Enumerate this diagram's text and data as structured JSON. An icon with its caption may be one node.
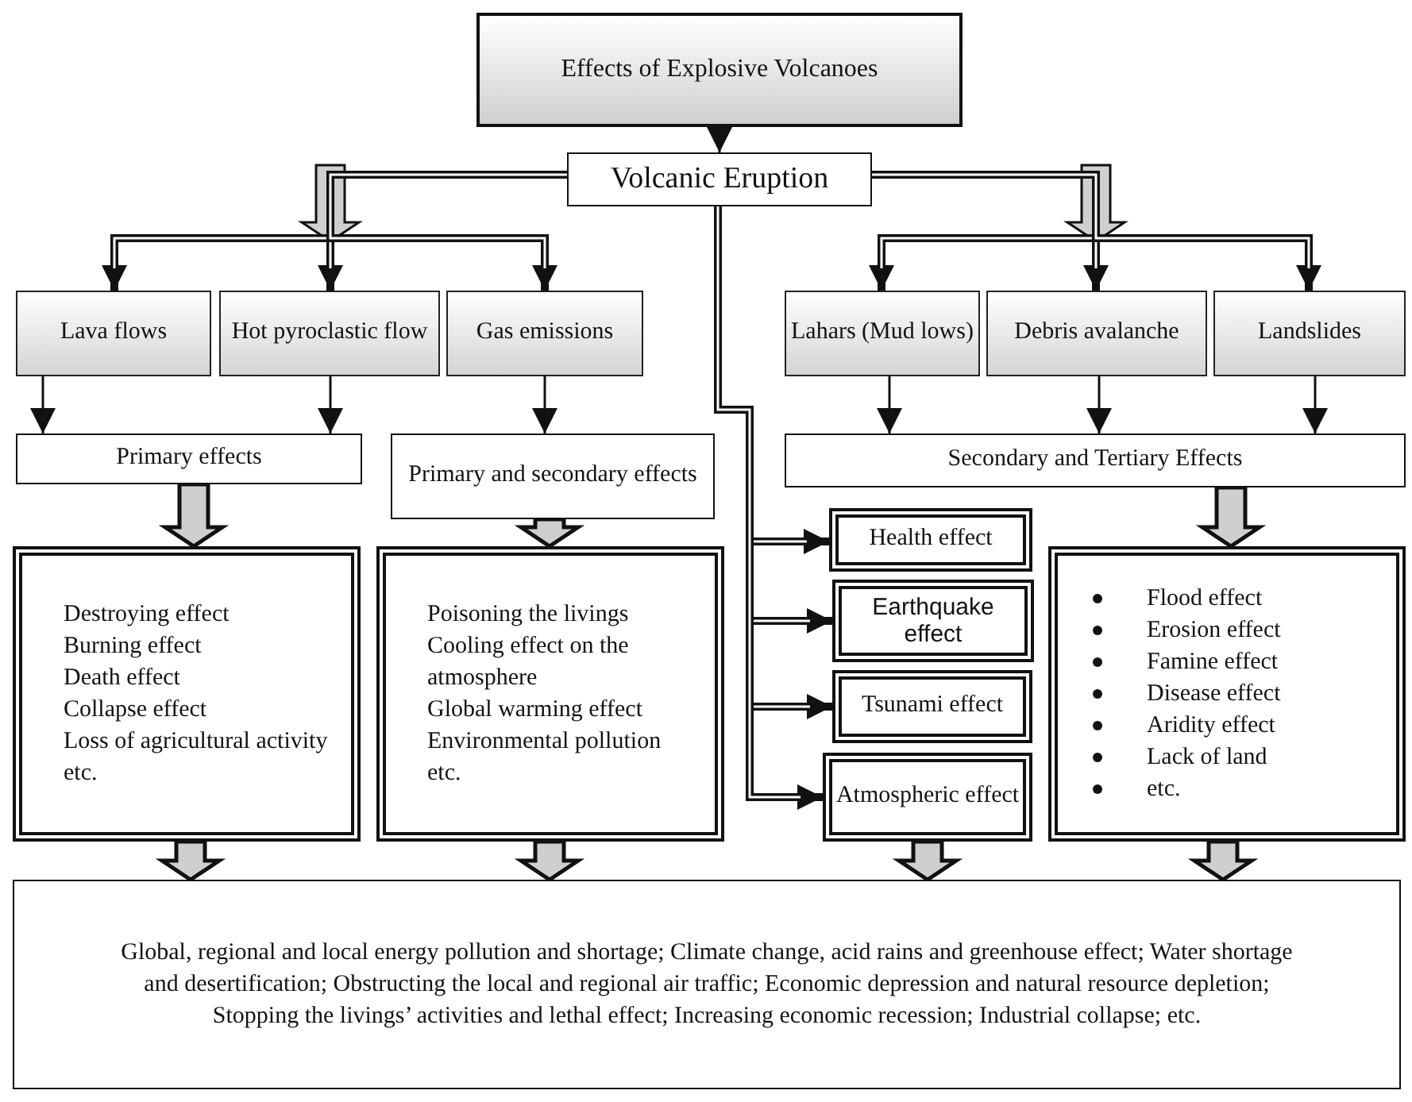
{
  "diagram": {
    "nodes": [
      {
        "text": [
          "Effects of Explosive Volcanoes"
        ]
      },
      {
        "text": [
          "Volcanic Eruption"
        ]
      },
      {
        "text": [
          "Lava flows"
        ]
      },
      {
        "text": [
          "Hot pyroclastic flow"
        ]
      },
      {
        "text": [
          "Gas emissions"
        ]
      },
      {
        "text": [
          "Lahars (Mud lows)"
        ]
      },
      {
        "text": [
          "Debris avalanche"
        ]
      },
      {
        "text": [
          "Landslides"
        ]
      },
      {
        "text": [
          "Primary effects"
        ]
      },
      {
        "text": [
          "Primary and secondary effects"
        ]
      },
      {
        "text": [
          "Secondary and Tertiary Effects"
        ]
      },
      {
        "text": [
          "Destroying effect",
          "Burning effect",
          "Death effect",
          "Collapse effect",
          "Loss of agricultural activity",
          "etc."
        ]
      },
      {
        "text": [
          "Poisoning the livings",
          "Cooling effect on the atmosphere",
          "Global warming effect",
          "Environmental pollution",
          "etc."
        ]
      },
      {
        "text": [
          "Health effect"
        ]
      },
      {
        "text": [
          "Earthquake effect"
        ]
      },
      {
        "text": [
          "Tsunami effect"
        ]
      },
      {
        "text": [
          "Atmospheric effect"
        ]
      },
      {
        "text": [
          "Flood effect",
          "Erosion effect",
          "Famine effect",
          "Disease effect",
          "Aridity effect",
          "Lack of land",
          "etc."
        ]
      },
      {
        "text": [
          "Global, regional and local energy pollution and shortage; Climate change, acid rains and greenhouse effect; Water shortage and desertification; Obstructing the local and regional air traffic; Economic depression and natural resource depletion; Stopping the livings’ activities and lethal effect; Increasing economic recession; Industrial collapse; etc."
        ]
      }
    ],
    "edges": [
      {
        "from": 0,
        "to": 1,
        "arrow": "to"
      },
      {
        "from": 1,
        "to": 2,
        "arrow": "to"
      },
      {
        "from": 1,
        "to": 3,
        "arrow": "to"
      },
      {
        "from": 1,
        "to": 4,
        "arrow": "to"
      },
      {
        "from": 1,
        "to": 5,
        "arrow": "to"
      },
      {
        "from": 1,
        "to": 6,
        "arrow": "to"
      },
      {
        "from": 1,
        "to": 7,
        "arrow": "to"
      },
      {
        "from": 1,
        "to": 13,
        "arrow": "to"
      },
      {
        "from": 1,
        "to": 14,
        "arrow": "to"
      },
      {
        "from": 1,
        "to": 15,
        "arrow": "to"
      },
      {
        "from": 1,
        "to": 16,
        "arrow": "to"
      },
      {
        "from": 2,
        "to": 8,
        "arrow": "to"
      },
      {
        "from": 3,
        "to": 8,
        "arrow": "to"
      },
      {
        "from": 4,
        "to": 9,
        "arrow": "to"
      },
      {
        "from": 5,
        "to": 10,
        "arrow": "to"
      },
      {
        "from": 6,
        "to": 10,
        "arrow": "to"
      },
      {
        "from": 7,
        "to": 10,
        "arrow": "to"
      },
      {
        "from": 8,
        "to": 11,
        "arrow": "to",
        "style": "thick"
      },
      {
        "from": 9,
        "to": 12,
        "arrow": "to",
        "style": "thick"
      },
      {
        "from": 10,
        "to": 17,
        "arrow": "to",
        "style": "thick"
      },
      {
        "from": 11,
        "to": 18,
        "arrow": "to",
        "style": "thick"
      },
      {
        "from": 12,
        "to": 18,
        "arrow": "to",
        "style": "thick"
      },
      {
        "from": 16,
        "to": 18,
        "arrow": "to",
        "style": "thick"
      },
      {
        "from": 17,
        "to": 18,
        "arrow": "to",
        "style": "thick"
      }
    ]
  }
}
